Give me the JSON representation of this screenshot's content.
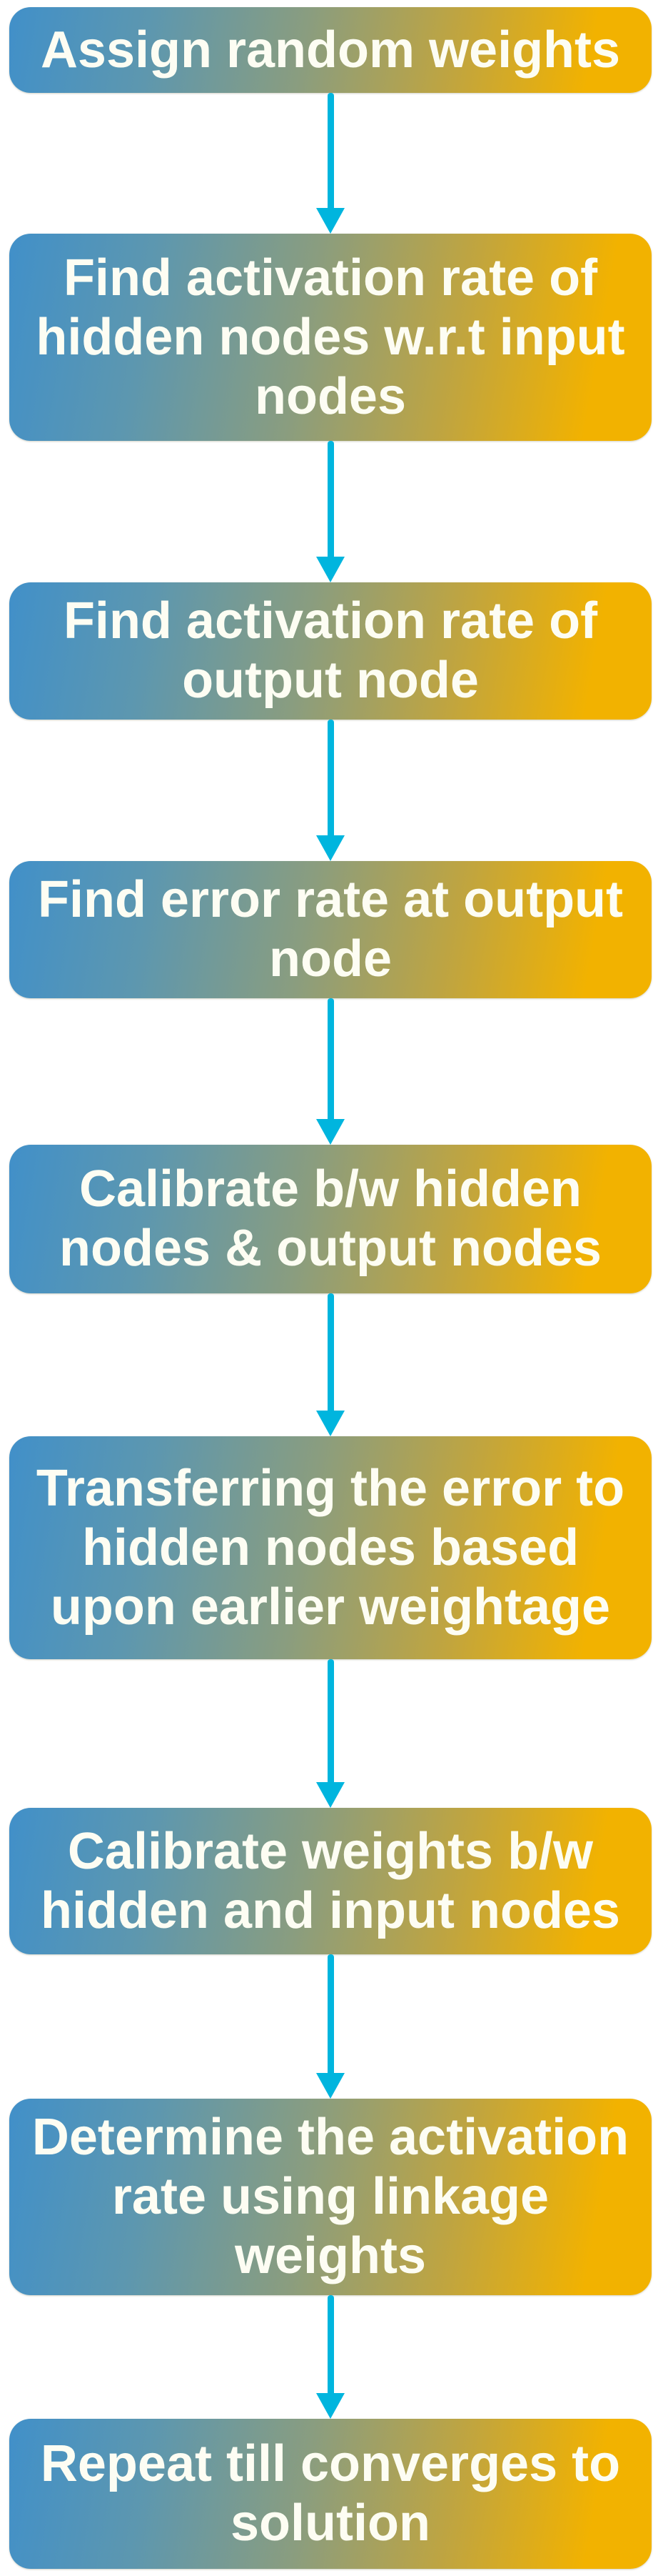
{
  "flow": {
    "steps": [
      {
        "label": "Assign random weights",
        "lines": [
          "Assign random weights"
        ]
      },
      {
        "label": "Find activation rate of hidden nodes w.r.t input nodes",
        "lines": [
          "Find activation rate of",
          "hidden nodes w.r.t input",
          "nodes"
        ]
      },
      {
        "label": "Find activation rate of output node",
        "lines": [
          "Find activation rate of",
          "output node"
        ]
      },
      {
        "label": "Find error rate at output node",
        "lines": [
          "Find error rate at output",
          "node"
        ]
      },
      {
        "label": "Calibrate b/w hidden nodes & output nodes",
        "lines": [
          "Calibrate b/w hidden",
          "nodes & output nodes"
        ]
      },
      {
        "label": "Transferring the error to hidden nodes based upon earlier weightage",
        "lines": [
          "Transferring the error to",
          "hidden nodes based",
          "upon earlier weightage"
        ]
      },
      {
        "label": "Calibrate weights b/w hidden and input nodes",
        "lines": [
          "Calibrate weights b/w",
          "hidden and input nodes"
        ]
      },
      {
        "label": "Determine the activation rate using linkage weights",
        "lines": [
          "Determine the activation",
          "rate using linkage",
          "weights"
        ]
      },
      {
        "label": "Repeat till converges to solution",
        "lines": [
          "Repeat till converges to",
          "solution"
        ]
      }
    ],
    "colors": {
      "gradient_left": "#4190c9",
      "gradient_mid": "#8a9d7f",
      "gradient_right": "#f2b200",
      "arrow": "#00b5de",
      "text": "#fdfdf3",
      "background": "#ffffff"
    }
  }
}
